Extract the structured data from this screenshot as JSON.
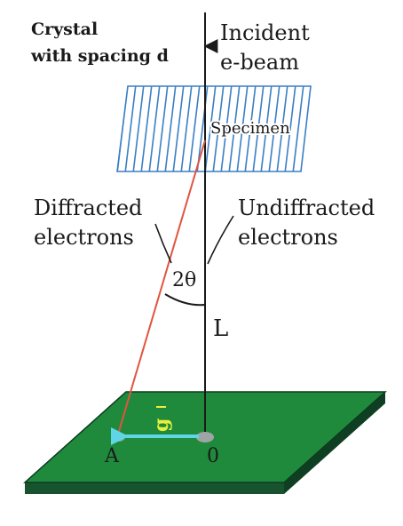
{
  "labels": {
    "crystal_line1": "Crystal",
    "crystal_line2": "with spacing d",
    "incident_line1": "Incident",
    "incident_line2": "e-beam",
    "specimen": "Specimen",
    "diffracted_line1": "Diffracted",
    "diffracted_line2": "electrons",
    "undiffracted_line1": "Undiffracted",
    "undiffracted_line2": "electrons",
    "angle": "2θ",
    "length": "L",
    "vector": "g",
    "point_a": "A",
    "point_origin": "0"
  },
  "colors": {
    "ink": "#1a1a1a",
    "specimen_stripes": "#3b7fc4",
    "diffracted_ray": "#e0553f",
    "screen_top": "#1f8a3c",
    "screen_side": "#16532e",
    "vector_arrow": "#5fd6e6",
    "vector_label": "#e7f03a"
  }
}
